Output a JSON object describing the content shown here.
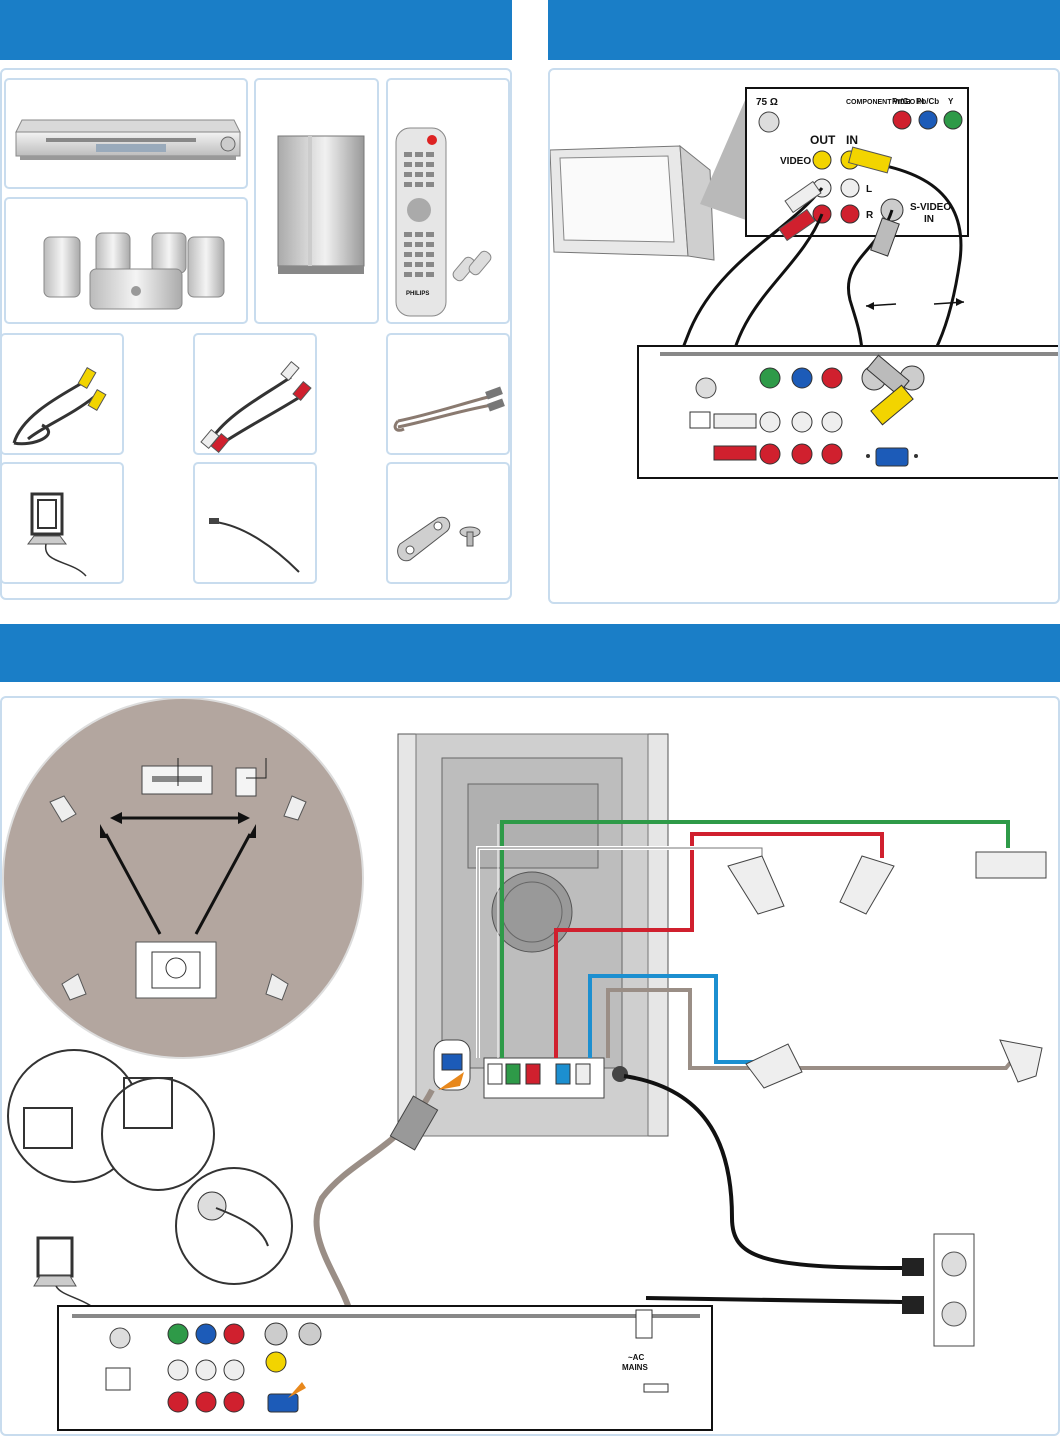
{
  "tv_panel": {
    "impedance": "75 Ω",
    "component_video_in": "COMPONENT VIDEO IN",
    "pr_cr": "Pr/Cr",
    "pb_cb": "Pb/Cb",
    "y": "Y",
    "out": "OUT",
    "in": "IN",
    "video": "VIDEO",
    "l": "L",
    "r": "R",
    "s_video_in": "S-VIDEO IN"
  },
  "contents": {
    "remote_brand": "PHILIPS"
  },
  "mains": {
    "line1": "~AC",
    "line2": "MAINS"
  },
  "colors": {
    "header": "#1a7ec7",
    "border": "#c8dcee",
    "room": "#b3a69f",
    "wire_green": "#2e9a48",
    "wire_red": "#d0202e",
    "wire_blue": "#1c8fd0",
    "wire_gray": "#9a8e86",
    "video_yellow": "#f2d400"
  }
}
